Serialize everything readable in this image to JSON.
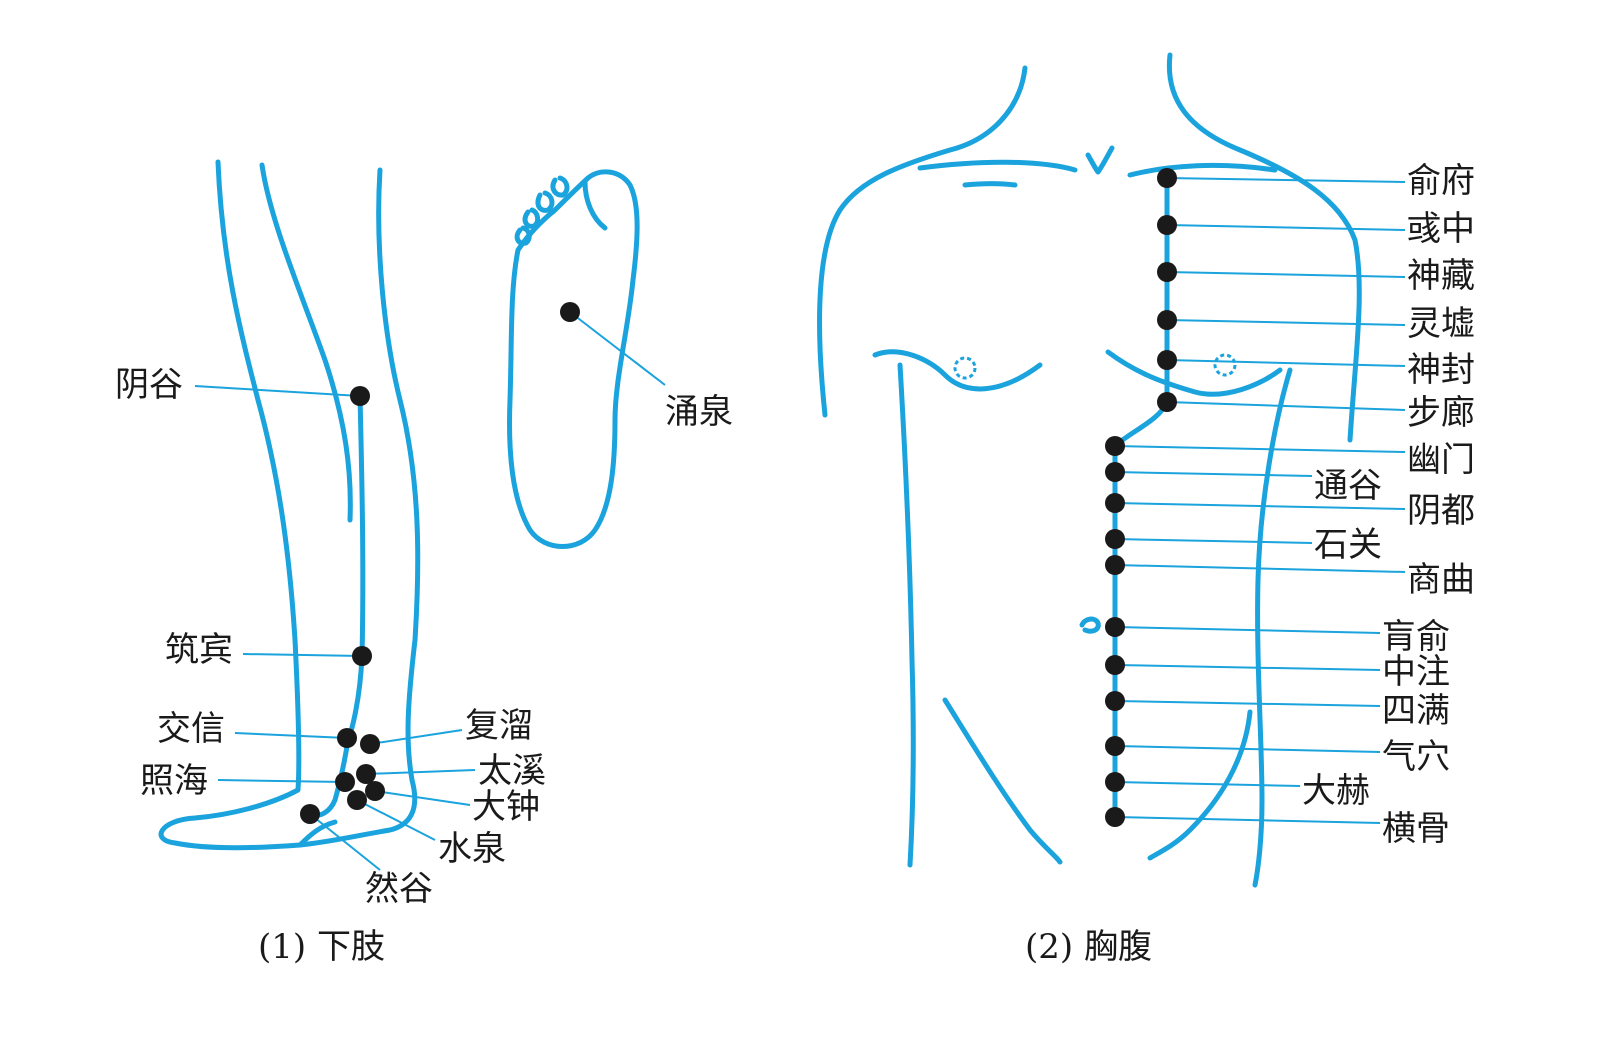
{
  "colors": {
    "outline": "#1aa3dc",
    "point": "#1a1a1a",
    "text": "#1a1a1a"
  },
  "lower_limb": {
    "caption": "(1) 下肢",
    "points": {
      "yingu": "阴谷",
      "zhubin": "筑宾",
      "jiaoxin": "交信",
      "zhaohai": "照海",
      "fuliu": "复溜",
      "taixi": "太溪",
      "dazhong": "大钟",
      "shuiquan": "水泉",
      "rangu": "然谷",
      "yongquan": "涌泉"
    }
  },
  "chest_abdomen": {
    "caption": "(2) 胸腹",
    "points": {
      "shufu": "俞府",
      "yuzhong": "彧中",
      "shencang": "神藏",
      "lingxu": "灵墟",
      "shenfeng": "神封",
      "bulang": "步廊",
      "youmen": "幽门",
      "futonggu": "通谷",
      "yindu": "阴都",
      "shiguan": "石关",
      "shangqu": "商曲",
      "huangshu": "肓俞",
      "zhongzhu": "中注",
      "siman": "四满",
      "qixue": "气穴",
      "dahe": "大赫",
      "henggu": "横骨"
    }
  }
}
